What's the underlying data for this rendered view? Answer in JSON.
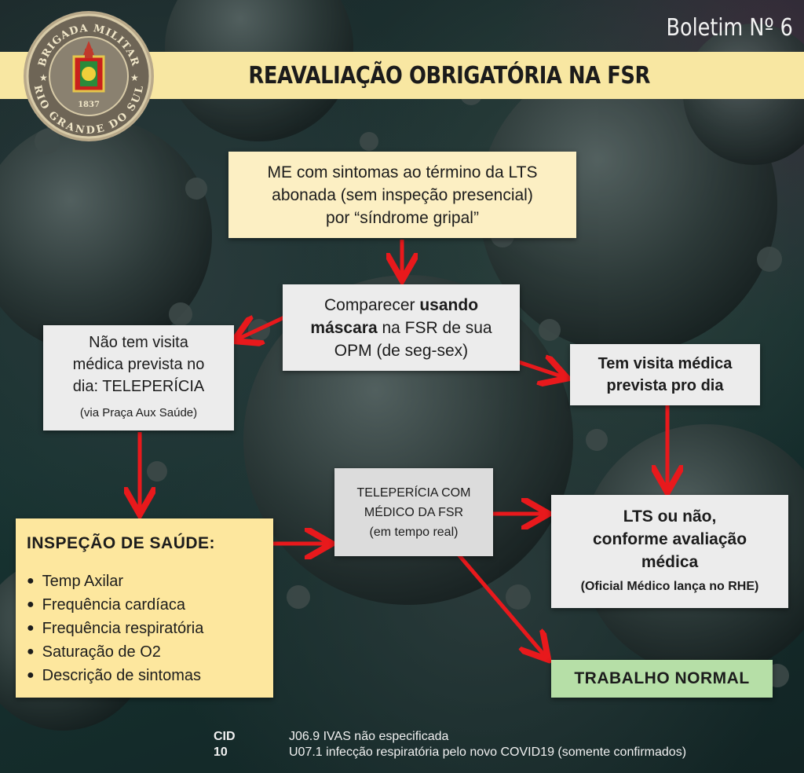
{
  "header": {
    "bulletin": "Boletim Nº 6",
    "title": "REAVALIAÇÃO OBRIGATÓRIA NA FSR"
  },
  "emblem": {
    "top_text": "BRIGADA MILITAR",
    "bottom_text": "RIO GRANDE DO SUL",
    "year": "1837"
  },
  "boxes": {
    "start": {
      "lines": [
        "ME com sintomas ao término da LTS",
        "abonada (sem inspeção presencial)",
        "por “síndrome gripal”"
      ]
    },
    "mask": {
      "prefix": "Comparecer ",
      "bold1": "usando",
      "bold2": "máscara",
      "mid": " na FSR de sua",
      "line3": "OPM (de seg-sex)"
    },
    "no_visit": {
      "lines": [
        "Não tem visita",
        "médica prevista no",
        "dia: TELEPERÍCIA"
      ],
      "note": "(via Praça Aux Saúde)"
    },
    "visit": {
      "lines": [
        "Tem visita médica",
        "prevista pro dia"
      ]
    },
    "teleper": {
      "lines": [
        "TELEPERÍCIA COM",
        "MÉDICO DA FSR"
      ],
      "note": "(em tempo real)"
    },
    "lts": {
      "lines": [
        "LTS ou não,",
        "conforme avaliação",
        "médica"
      ],
      "note": "(Oficial Médico lança no RHE)"
    },
    "inspecao": {
      "title": "INSPEÇÃO DE SAÚDE:",
      "items": [
        "Temp Axilar",
        "Frequência cardíaca",
        "Frequência respiratória",
        "Saturação de O2",
        "Descrição de sintomas"
      ]
    },
    "trabalho": {
      "label": "TRABALHO NORMAL"
    }
  },
  "footer": {
    "label": "CID 10",
    "codes": [
      "J06.9 IVAS não especificada",
      "U07.1 infecção respiratória pelo novo COVID19 (somente confirmados)"
    ]
  },
  "colors": {
    "arrow": "#e8191c",
    "header_band": "#f8e7a2",
    "box_yellow": "#fcefc3",
    "box_gray": "#ececec",
    "box_green": "#b6dfa7"
  }
}
